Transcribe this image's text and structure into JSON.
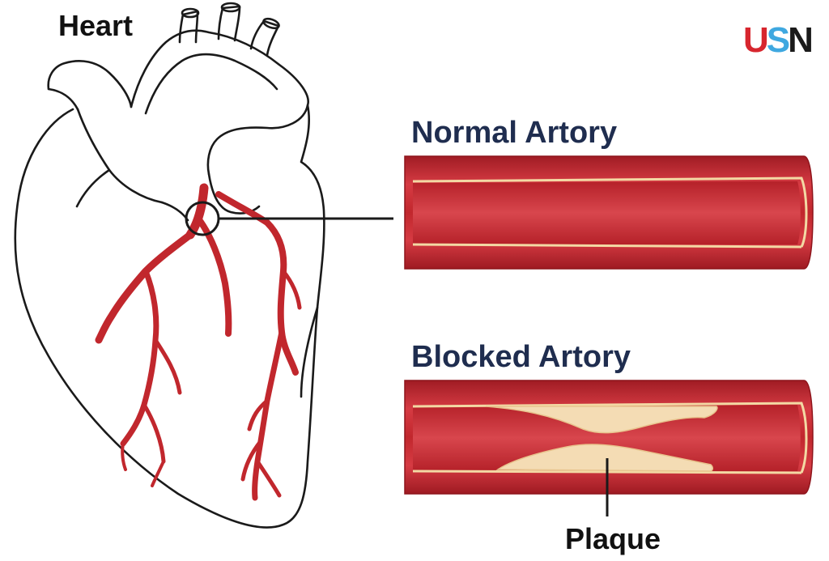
{
  "labels": {
    "heart": "Heart",
    "normal_artery": "Normal Artory",
    "blocked_artery": "Blocked Artory",
    "plaque": "Plaque"
  },
  "logo": {
    "text": "USN",
    "letters": [
      "U",
      "S",
      "N"
    ]
  },
  "colors": {
    "artery_red": "#c1272d",
    "artery_dark": "#9e1a22",
    "artery_highlight": "#e0444c",
    "wall_line": "#f3d9a4",
    "plaque_fill": "#f4dcb4",
    "title_navy": "#1f2d4f",
    "logo_red": "#d7262e",
    "logo_blue": "#3fa8e0",
    "logo_dark": "#1a1a1a"
  }
}
